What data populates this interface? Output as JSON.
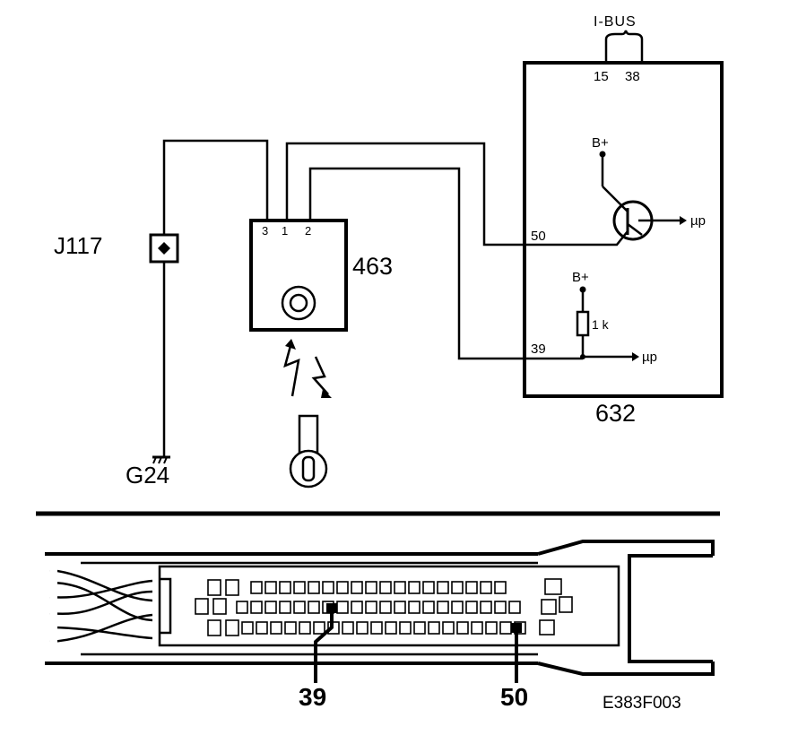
{
  "ibus": {
    "label": "I-BUS",
    "pin_a": "15",
    "pin_b": "38"
  },
  "junction": {
    "label": "J117"
  },
  "ground": {
    "label": "G24"
  },
  "sensor": {
    "label": "463",
    "pin3": "3",
    "pin1": "1",
    "pin2": "2"
  },
  "module": {
    "label": "632",
    "pin50": "50",
    "pin39": "39",
    "supply1": "B+",
    "supply2": "B+",
    "resistor": "1 k",
    "micro1": "µp",
    "micro2": "µp"
  },
  "connector": {
    "pin_a": "39",
    "pin_b": "50"
  },
  "figure_code": "E383F003"
}
